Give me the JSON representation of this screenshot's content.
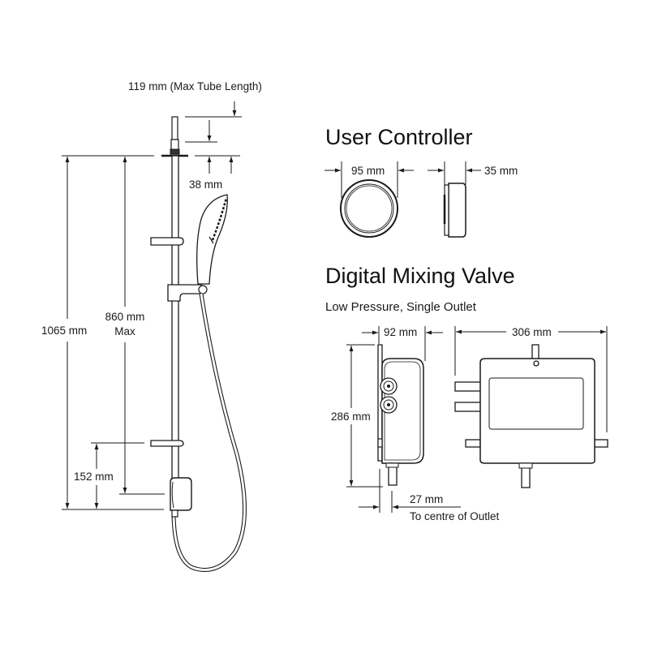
{
  "colors": {
    "line": "#1a1a1a",
    "fill": "#ffffff",
    "dark_fill": "#333333"
  },
  "shower_kit": {
    "max_tube_length_label": "119 mm (Max Tube Length)",
    "wall_gap_label": "38 mm",
    "overall_height_label": "1065 mm",
    "slide_travel_label": "860 mm",
    "slide_travel_sub_label": "Max",
    "bottom_offset_label": "152 mm"
  },
  "user_controller": {
    "title": "User Controller",
    "width_label": "95 mm",
    "depth_label": "35 mm"
  },
  "mixing_valve": {
    "title": "Digital Mixing Valve",
    "subtitle": "Low Pressure, Single Outlet",
    "depth_label": "92 mm",
    "width_label": "306 mm",
    "height_label": "286 mm",
    "outlet_offset_label": "27 mm",
    "outlet_offset_note": "To centre of Outlet"
  },
  "icons": {
    "dimension_arrow": "arrowhead",
    "shower_head": "handset",
    "outlet_elbow": "wall-outlet"
  }
}
